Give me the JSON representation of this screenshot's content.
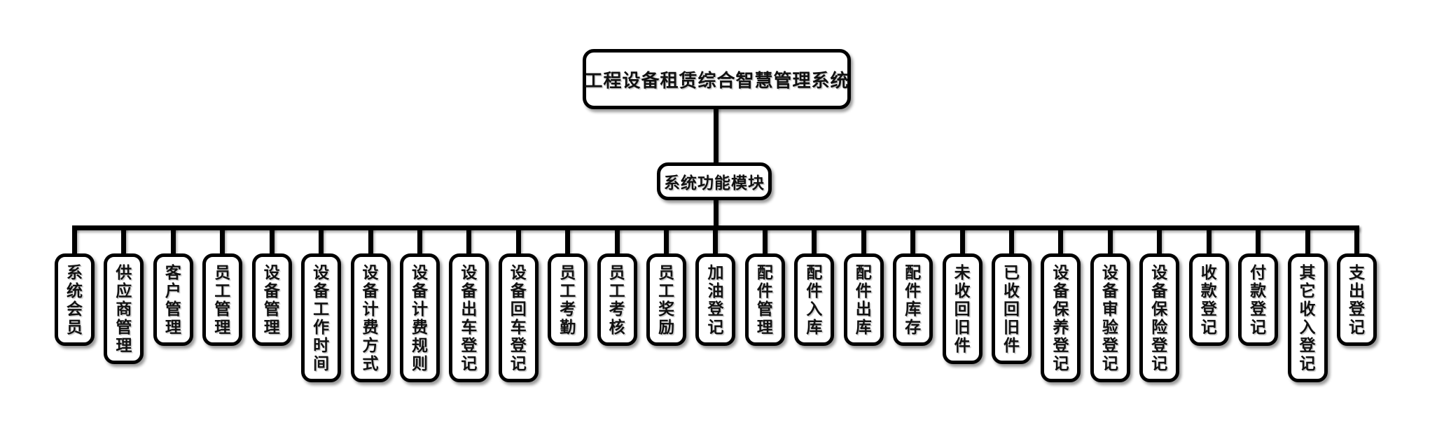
{
  "diagram": {
    "root_label": "工程设备租赁综合智慧管理系统",
    "hub_label": "系统功能模块",
    "modules": [
      "系统会员",
      "供应商管理",
      "客户管理",
      "员工管理",
      "设备管理",
      "设备工作时间",
      "设备计费方式",
      "设备计费规则",
      "设备出车登记",
      "设备回车登记",
      "员工考勤",
      "员工考核",
      "员工奖励",
      "加油登记",
      "配件管理",
      "配件入库",
      "配件出库",
      "配件库存",
      "未收回旧件",
      "已收回旧件",
      "设备保养登记",
      "设备审验登记",
      "设备保险登记",
      "收款登记",
      "付款登记",
      "其它收入登记",
      "支出登记"
    ]
  },
  "colors": {
    "line": "#000000",
    "box_fill": "#ffffff",
    "text": "#111111",
    "background": "#ffffff"
  }
}
